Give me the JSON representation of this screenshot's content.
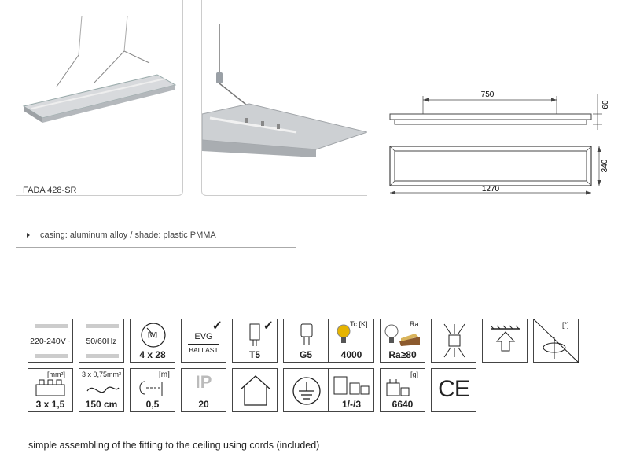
{
  "product": {
    "model": "FADA 428-SR"
  },
  "drawing": {
    "length_top": "750",
    "height": "60",
    "width": "340",
    "length_bottom": "1270"
  },
  "feature": {
    "text": "casing: aluminum alloy / shade: plastic PMMA"
  },
  "icons": {
    "voltage": "220-240V~",
    "frequency": "50/60Hz",
    "power_unit": "[W]",
    "power": "4 x 28",
    "ballast_top": "EVG",
    "ballast_bottom": "BALLAST",
    "tube": "T5",
    "socket": "G5",
    "cct_unit": "Tc [K]",
    "cct": "4000",
    "cri_unit": "Ra",
    "cri": "Ra≥80",
    "angle_unit": "[°]",
    "wire_unit": "[mm²]",
    "wire": "3 x 1,5",
    "cord_spec": "3 x 0,75mm²",
    "cord": "150 cm",
    "distance_unit": "[m]",
    "distance": "0,5",
    "ip_label": "IP",
    "ip": "20",
    "package": "1/-/3",
    "weight_unit": "[g]",
    "weight": "6640",
    "ce": "CE"
  },
  "footer": {
    "text": "simple assembling of the fitting to the ceiling using cords (included)"
  },
  "colors": {
    "line": "#444444",
    "grey_bar": "#cccccc",
    "panel_border": "#cccccc"
  }
}
